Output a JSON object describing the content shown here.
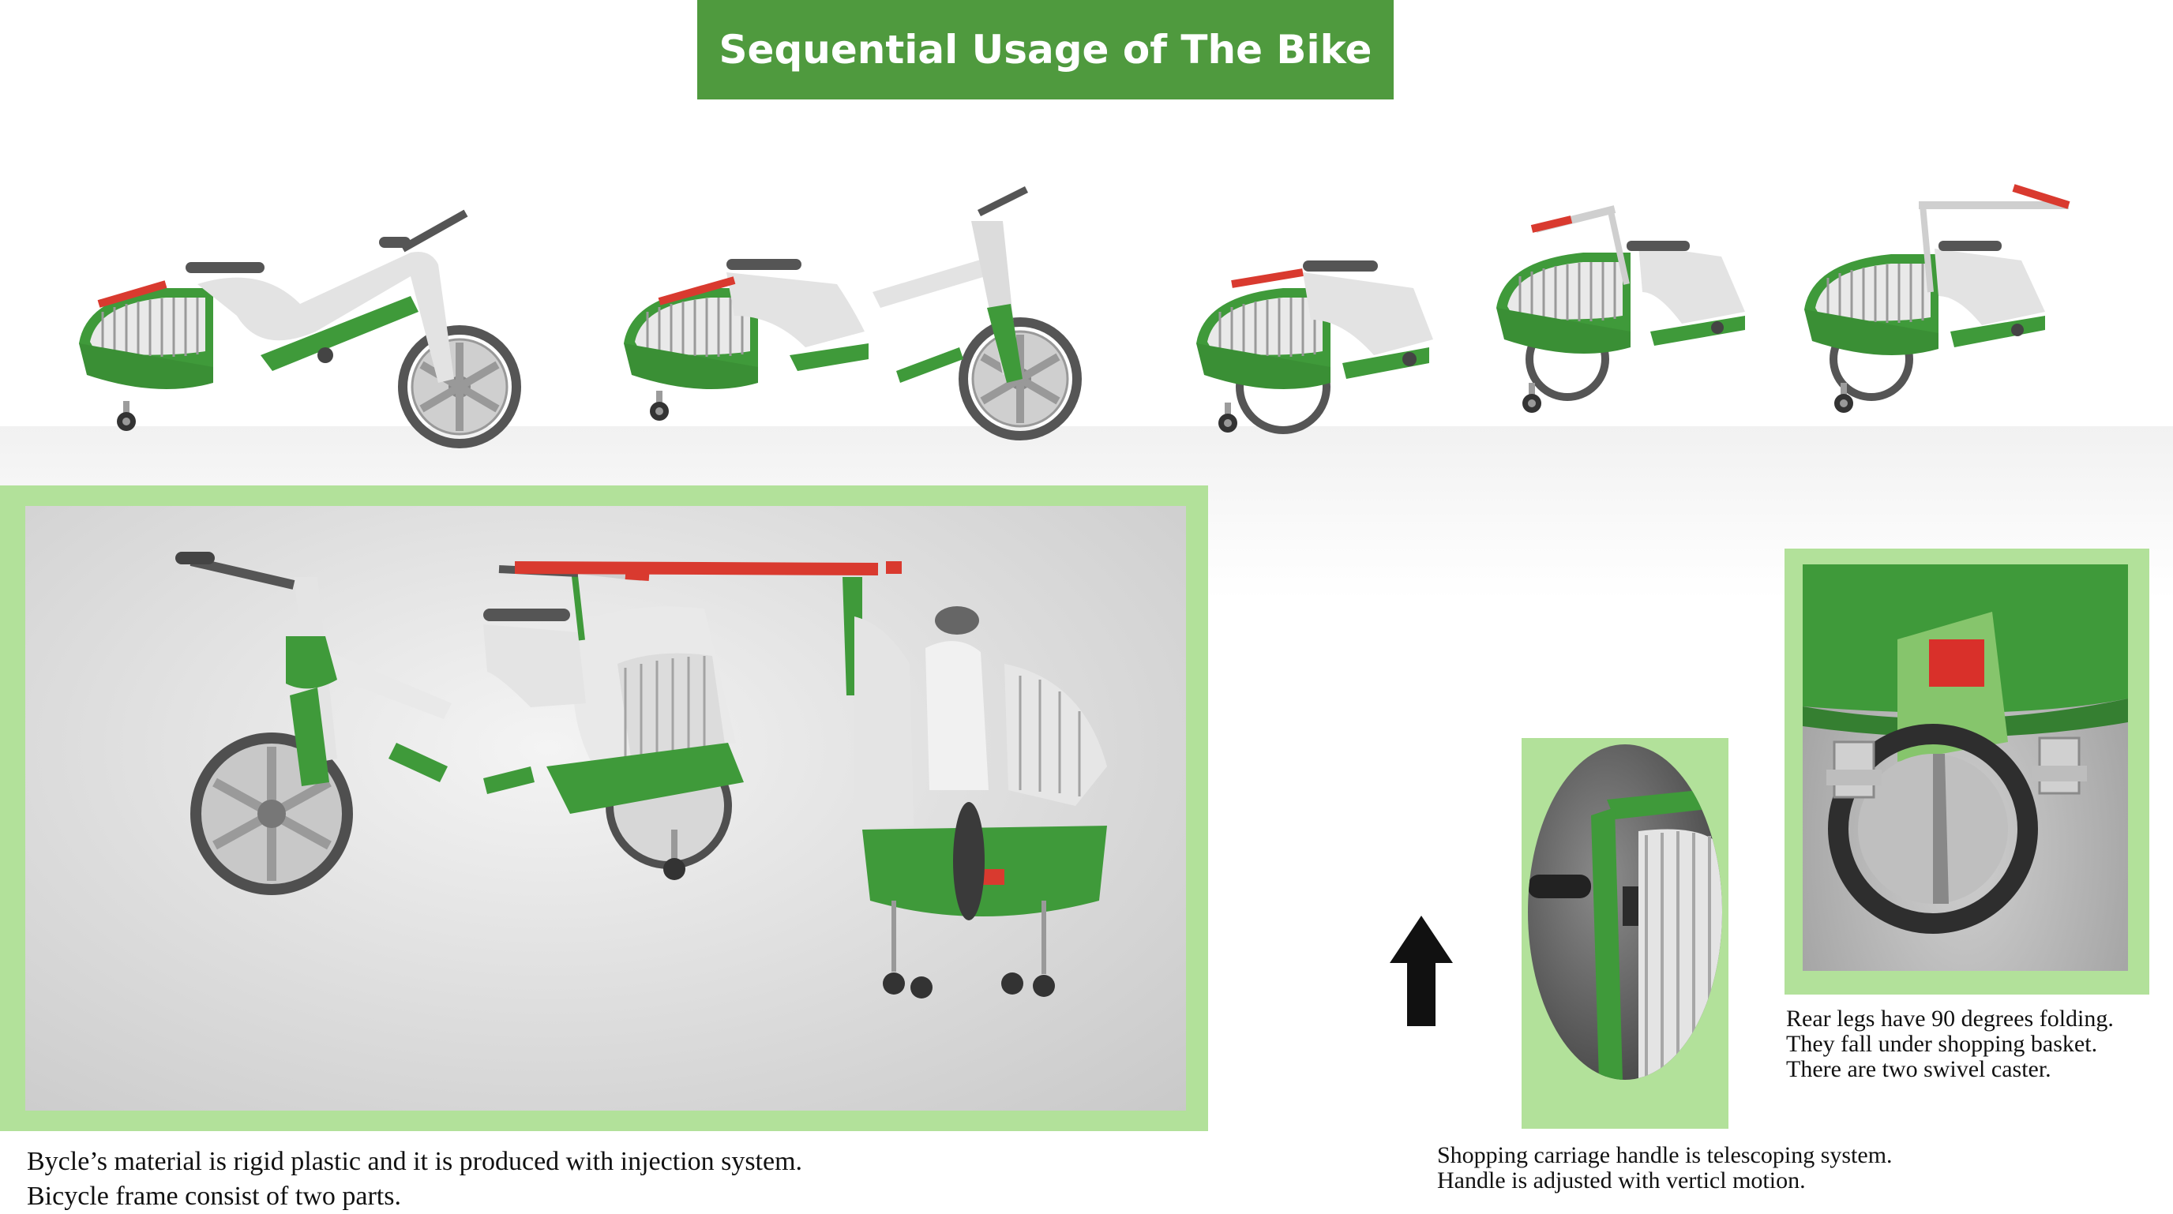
{
  "title": "Sequential Usage of The Bike",
  "captions": {
    "material": [
      "Bycle’s material is rigid plastic and it is produced with injection system.",
      "Bicycle frame consist of  two parts."
    ],
    "handle": [
      "Shopping carriage handle is telescoping system.",
      "Handle is adjusted with verticl motion."
    ],
    "legs": [
      "Rear legs have 90 degrees folding.",
      "They fall under shopping basket.",
      "There are two swivel caster."
    ]
  },
  "colors": {
    "title_bg": "#4f9a3e",
    "frame_green": "#b2e19a",
    "bike_green": "#3f9a3a",
    "handle_red": "#d93a2f",
    "frame_white": "#e6e6e6"
  },
  "icons": {
    "arrow": "arrow-up-icon"
  }
}
